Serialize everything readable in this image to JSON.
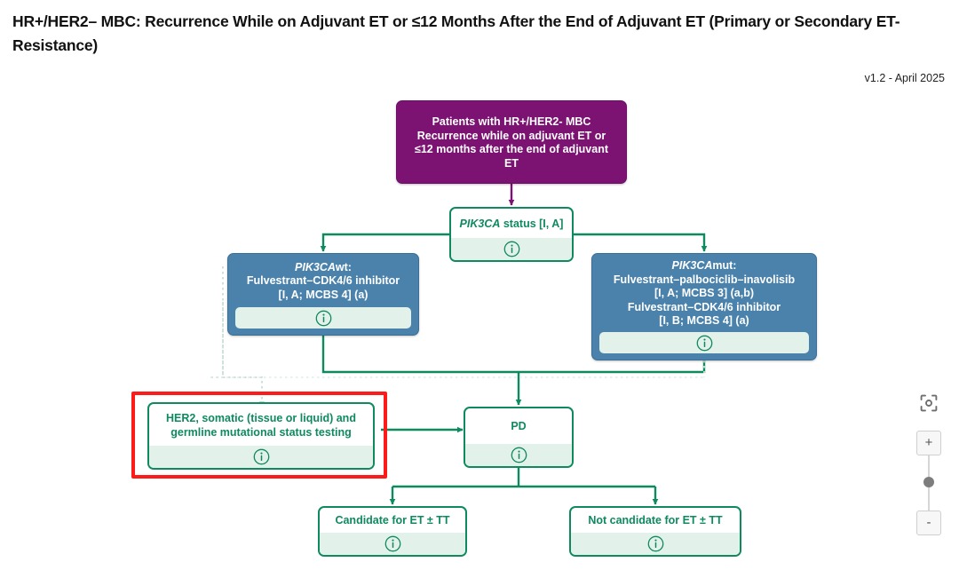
{
  "header": {
    "title": "HR+/HER2– MBC: Recurrence While on Adjuvant ET or ≤12 Months After the End of Adjuvant ET (Primary or Secondary ET-Resistance)",
    "version": "v1.2 - April 2025"
  },
  "colors": {
    "purple": "#7C1373",
    "blue": "#4A82AC",
    "green": "#0F8A5F",
    "info_band": "#E3F1EB",
    "highlight_red": "#FF1A1A"
  },
  "nodes": {
    "start": {
      "lines": [
        "Patients with HR+/HER2- MBC",
        "Recurrence while on adjuvant ET or",
        "≤12 months after the end of adjuvant",
        "ET"
      ],
      "info": "info-icon"
    },
    "pik3ca_status": {
      "gene": "PIK3CA",
      "rest": " status [I, A]",
      "info": "info-icon"
    },
    "pik3ca_wt": {
      "gene": "PIK3CA",
      "rest": "wt:",
      "lines": [
        "Fulvestrant–CDK4/6 inhibitor",
        "[I, A; MCBS 4] (a)"
      ],
      "info": "info-icon"
    },
    "pik3ca_mut": {
      "gene": "PIK3CA",
      "rest": "mut:",
      "lines": [
        "Fulvestrant–palbociclib–inavolisib",
        "[I, A; MCBS 3] (a,b)",
        "Fulvestrant–CDK4/6 inhibitor",
        "[I, B; MCBS 4] (a)"
      ],
      "info": "info-icon"
    },
    "her2_testing": {
      "lines": [
        "HER2, somatic (tissue or liquid) and",
        "germline mutational status testing"
      ],
      "info": "info-icon",
      "selected": true
    },
    "pd": {
      "label": "PD",
      "info": "info-icon"
    },
    "candidate": {
      "label": "Candidate for ET ± TT",
      "info": "info-icon"
    },
    "not_candidate": {
      "label": "Not candidate for ET ± TT",
      "info": "info-icon"
    }
  },
  "zoom_controls": {
    "focus": "focus-icon",
    "zoom_in": "+",
    "zoom_out": "-"
  }
}
